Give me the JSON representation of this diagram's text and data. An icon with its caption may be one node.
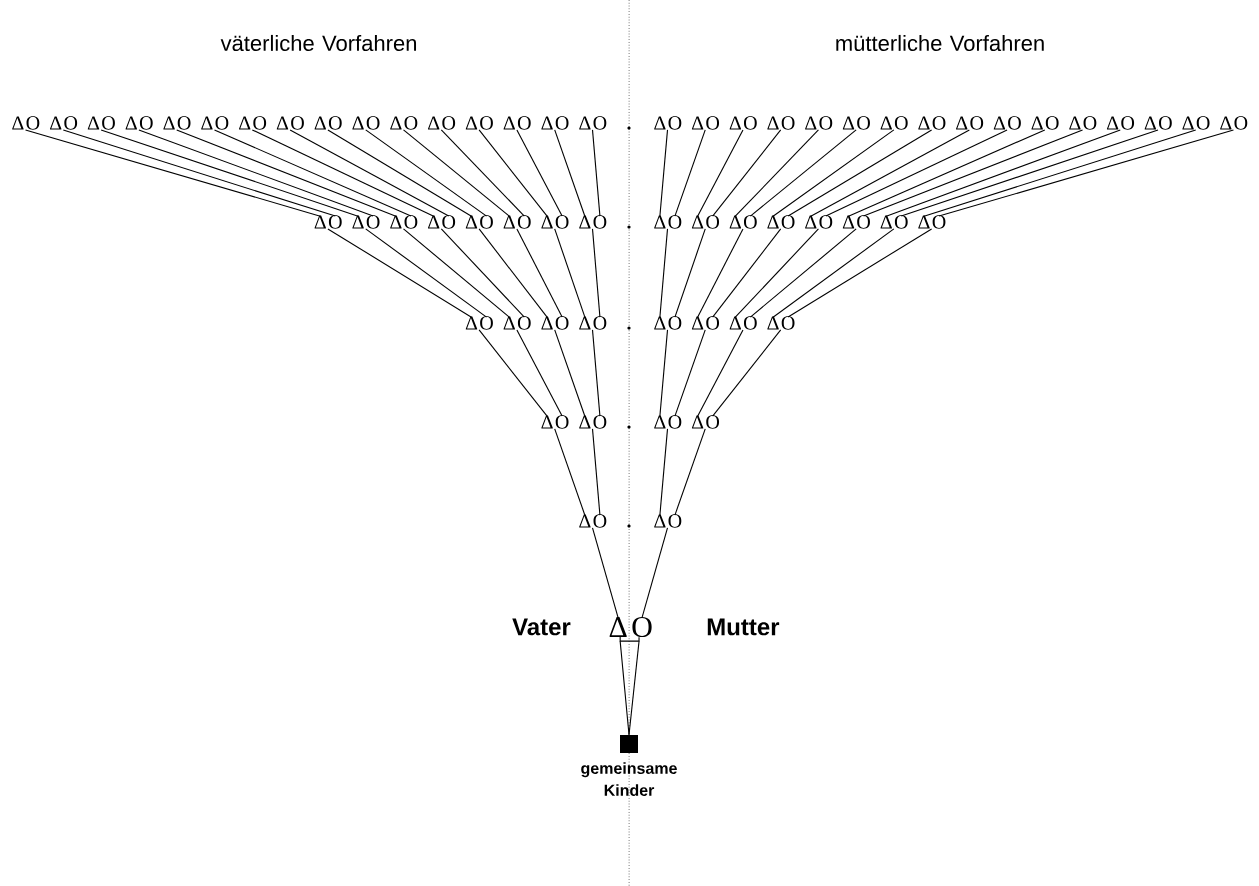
{
  "diagram": {
    "nodes": [
      {
        "text": [
          "Δ"
        ]
      },
      {
        "text": [
          "O"
        ]
      },
      {
        "text": [
          "Δ"
        ]
      },
      {
        "text": [
          "O"
        ]
      },
      {
        "text": [
          "Δ"
        ]
      },
      {
        "text": [
          "O"
        ]
      },
      {
        "text": [
          "Δ"
        ]
      },
      {
        "text": [
          "O"
        ]
      },
      {
        "text": [
          "Δ"
        ]
      },
      {
        "text": [
          "O"
        ]
      },
      {
        "text": [
          "Δ"
        ]
      },
      {
        "text": [
          "O"
        ]
      },
      {
        "text": [
          "Δ"
        ]
      },
      {
        "text": [
          "O"
        ]
      },
      {
        "text": [
          "Δ"
        ]
      },
      {
        "text": [
          "O"
        ]
      },
      {
        "text": [
          "Δ"
        ]
      },
      {
        "text": [
          "O"
        ]
      },
      {
        "text": [
          "Δ"
        ]
      },
      {
        "text": [
          "O"
        ]
      },
      {
        "text": [
          "Δ"
        ]
      },
      {
        "text": [
          "O"
        ]
      },
      {
        "text": [
          "Δ"
        ]
      },
      {
        "text": [
          "O"
        ]
      },
      {
        "text": [
          "Δ"
        ]
      },
      {
        "text": [
          "O"
        ]
      },
      {
        "text": [
          "Δ"
        ]
      },
      {
        "text": [
          "O"
        ]
      },
      {
        "text": [
          "Δ"
        ]
      },
      {
        "text": [
          "O"
        ]
      },
      {
        "text": [
          "Δ"
        ]
      },
      {
        "text": [
          "O"
        ]
      },
      {
        "text": [
          "Δ"
        ]
      },
      {
        "text": [
          "O"
        ]
      },
      {
        "text": [
          "Δ"
        ]
      },
      {
        "text": [
          "O"
        ]
      },
      {
        "text": [
          "Δ"
        ]
      },
      {
        "text": [
          "O"
        ]
      },
      {
        "text": [
          "Δ"
        ]
      },
      {
        "text": [
          "O"
        ]
      },
      {
        "text": [
          "Δ"
        ]
      },
      {
        "text": [
          "O"
        ]
      },
      {
        "text": [
          "Δ"
        ]
      },
      {
        "text": [
          "O"
        ]
      },
      {
        "text": [
          "Δ"
        ]
      },
      {
        "text": [
          "O"
        ]
      },
      {
        "text": [
          "Δ"
        ]
      },
      {
        "text": [
          "O"
        ]
      },
      {
        "text": [
          "Δ"
        ]
      },
      {
        "text": [
          "O"
        ]
      },
      {
        "text": [
          "Δ"
        ]
      },
      {
        "text": [
          "O"
        ]
      },
      {
        "text": [
          "Δ"
        ]
      },
      {
        "text": [
          "O"
        ]
      },
      {
        "text": [
          "Δ"
        ]
      },
      {
        "text": [
          "O"
        ]
      },
      {
        "text": [
          "Δ"
        ]
      },
      {
        "text": [
          "O"
        ]
      },
      {
        "text": [
          "Δ"
        ]
      },
      {
        "text": [
          "O"
        ]
      },
      {
        "text": [
          "Δ"
        ]
      },
      {
        "text": [
          "O"
        ]
      },
      {
        "text": [
          "Δ"
        ]
      },
      {
        "text": [
          "O"
        ]
      },
      {
        "text": [
          "Δ"
        ]
      },
      {
        "text": [
          "O"
        ]
      },
      {
        "text": [
          "Δ"
        ]
      },
      {
        "text": [
          "O"
        ]
      },
      {
        "text": [
          "Δ"
        ]
      },
      {
        "text": [
          "O"
        ]
      },
      {
        "text": [
          "Δ"
        ]
      },
      {
        "text": [
          "O"
        ]
      },
      {
        "text": [
          "Δ"
        ]
      },
      {
        "text": [
          "O"
        ]
      },
      {
        "text": [
          "Δ"
        ]
      },
      {
        "text": [
          "O"
        ]
      },
      {
        "text": [
          "Δ"
        ]
      },
      {
        "text": [
          "O"
        ]
      },
      {
        "text": [
          "Δ"
        ]
      },
      {
        "text": [
          "O"
        ]
      },
      {
        "text": [
          "Δ"
        ]
      },
      {
        "text": [
          "O"
        ]
      },
      {
        "text": [
          "Δ"
        ]
      },
      {
        "text": [
          "O"
        ]
      },
      {
        "text": [
          "Δ"
        ]
      },
      {
        "text": [
          "O"
        ]
      },
      {
        "text": [
          "Δ"
        ]
      },
      {
        "text": [
          "O"
        ]
      },
      {
        "text": [
          "Δ"
        ]
      },
      {
        "text": [
          "O"
        ]
      },
      {
        "text": [
          "Δ"
        ]
      },
      {
        "text": [
          "O"
        ]
      },
      {
        "text": [
          "Δ"
        ]
      },
      {
        "text": [
          "O"
        ]
      },
      {
        "text": [
          "Δ"
        ]
      },
      {
        "text": [
          "O"
        ]
      },
      {
        "text": [
          "Δ"
        ]
      },
      {
        "text": [
          "O"
        ]
      },
      {
        "text": [
          "Δ"
        ]
      },
      {
        "text": [
          "O"
        ]
      },
      {
        "text": [
          "Δ"
        ]
      },
      {
        "text": [
          "O"
        ]
      },
      {
        "text": [
          "Δ"
        ]
      },
      {
        "text": [
          "O"
        ]
      },
      {
        "text": [
          "Δ"
        ]
      },
      {
        "text": [
          "O"
        ]
      },
      {
        "text": [
          "Δ"
        ]
      },
      {
        "text": [
          "O"
        ]
      },
      {
        "text": [
          "Δ"
        ]
      },
      {
        "text": [
          "O"
        ]
      },
      {
        "text": [
          "Δ"
        ]
      },
      {
        "text": [
          "O"
        ]
      },
      {
        "text": [
          "Δ"
        ]
      },
      {
        "text": [
          "O"
        ]
      },
      {
        "text": [
          "Δ"
        ]
      },
      {
        "text": [
          "O"
        ]
      },
      {
        "text": [
          "Δ"
        ]
      },
      {
        "text": [
          "O"
        ]
      },
      {
        "text": [
          "Δ"
        ]
      },
      {
        "text": [
          "O"
        ]
      },
      {
        "text": [
          "Δ"
        ]
      },
      {
        "text": [
          "O"
        ]
      },
      {
        "text": [
          "Δ"
        ]
      },
      {
        "text": [
          "O"
        ]
      },
      {
        "text": [
          "Δ"
        ],
        "beside": [
          "Vater"
        ]
      },
      {
        "text": [
          "O"
        ],
        "beside": [
          "Mutter"
        ]
      },
      {
        "text": [],
        "shape": "box",
        "beside": [
          "gemeinsame Kinder"
        ]
      }
    ],
    "edges": [
      {
        "from": 1,
        "to": 64,
        "arrow": "none"
      },
      {
        "from": 3,
        "to": 65,
        "arrow": "none"
      },
      {
        "from": 5,
        "to": 66,
        "arrow": "none"
      },
      {
        "from": 7,
        "to": 67,
        "arrow": "none"
      },
      {
        "from": 9,
        "to": 68,
        "arrow": "none"
      },
      {
        "from": 11,
        "to": 69,
        "arrow": "none"
      },
      {
        "from": 13,
        "to": 70,
        "arrow": "none"
      },
      {
        "from": 15,
        "to": 71,
        "arrow": "none"
      },
      {
        "from": 17,
        "to": 72,
        "arrow": "none"
      },
      {
        "from": 19,
        "to": 73,
        "arrow": "none"
      },
      {
        "from": 21,
        "to": 74,
        "arrow": "none"
      },
      {
        "from": 23,
        "to": 75,
        "arrow": "none"
      },
      {
        "from": 25,
        "to": 76,
        "arrow": "none"
      },
      {
        "from": 27,
        "to": 77,
        "arrow": "none"
      },
      {
        "from": 29,
        "to": 78,
        "arrow": "none"
      },
      {
        "from": 31,
        "to": 79,
        "arrow": "none"
      },
      {
        "from": 33,
        "to": 80,
        "arrow": "none"
      },
      {
        "from": 35,
        "to": 81,
        "arrow": "none"
      },
      {
        "from": 37,
        "to": 82,
        "arrow": "none"
      },
      {
        "from": 39,
        "to": 83,
        "arrow": "none"
      },
      {
        "from": 41,
        "to": 84,
        "arrow": "none"
      },
      {
        "from": 43,
        "to": 85,
        "arrow": "none"
      },
      {
        "from": 45,
        "to": 86,
        "arrow": "none"
      },
      {
        "from": 47,
        "to": 87,
        "arrow": "none"
      },
      {
        "from": 49,
        "to": 88,
        "arrow": "none"
      },
      {
        "from": 51,
        "to": 89,
        "arrow": "none"
      },
      {
        "from": 53,
        "to": 90,
        "arrow": "none"
      },
      {
        "from": 55,
        "to": 91,
        "arrow": "none"
      },
      {
        "from": 57,
        "to": 92,
        "arrow": "none"
      },
      {
        "from": 59,
        "to": 93,
        "arrow": "none"
      },
      {
        "from": 61,
        "to": 94,
        "arrow": "none"
      },
      {
        "from": 63,
        "to": 95,
        "arrow": "none"
      },
      {
        "from": 65,
        "to": 96,
        "arrow": "none"
      },
      {
        "from": 67,
        "to": 97,
        "arrow": "none"
      },
      {
        "from": 69,
        "to": 98,
        "arrow": "none"
      },
      {
        "from": 71,
        "to": 99,
        "arrow": "none"
      },
      {
        "from": 73,
        "to": 100,
        "arrow": "none"
      },
      {
        "from": 75,
        "to": 101,
        "arrow": "none"
      },
      {
        "from": 77,
        "to": 102,
        "arrow": "none"
      },
      {
        "from": 79,
        "to": 103,
        "arrow": "none"
      },
      {
        "from": 81,
        "to": 104,
        "arrow": "none"
      },
      {
        "from": 83,
        "to": 105,
        "arrow": "none"
      },
      {
        "from": 85,
        "to": 106,
        "arrow": "none"
      },
      {
        "from": 87,
        "to": 107,
        "arrow": "none"
      },
      {
        "from": 89,
        "to": 108,
        "arrow": "none"
      },
      {
        "from": 91,
        "to": 109,
        "arrow": "none"
      },
      {
        "from": 93,
        "to": 110,
        "arrow": "none"
      },
      {
        "from": 95,
        "to": 111,
        "arrow": "none"
      },
      {
        "from": 97,
        "to": 112,
        "arrow": "none"
      },
      {
        "from": 99,
        "to": 113,
        "arrow": "none"
      },
      {
        "from": 101,
        "to": 114,
        "arrow": "none"
      },
      {
        "from": 103,
        "to": 115,
        "arrow": "none"
      },
      {
        "from": 105,
        "to": 116,
        "arrow": "none"
      },
      {
        "from": 107,
        "to": 117,
        "arrow": "none"
      },
      {
        "from": 109,
        "to": 118,
        "arrow": "none"
      },
      {
        "from": 111,
        "to": 119,
        "arrow": "none"
      },
      {
        "from": 113,
        "to": 120,
        "arrow": "none"
      },
      {
        "from": 115,
        "to": 121,
        "arrow": "none"
      },
      {
        "from": 117,
        "to": 122,
        "arrow": "none"
      },
      {
        "from": 119,
        "to": 123,
        "arrow": "none"
      },
      {
        "from": 121,
        "to": 124,
        "arrow": "none"
      },
      {
        "from": 123,
        "to": 125,
        "arrow": "none"
      },
      {
        "from": 124,
        "to": 125,
        "arrow": "none"
      },
      {
        "from": 124,
        "to": 126,
        "arrow": "none"
      },
      {
        "from": 125,
        "to": 126,
        "arrow": "none"
      }
    ],
    "labels": [
      "väterliche Vorfahren",
      "mütterliche Vorfahren"
    ]
  }
}
